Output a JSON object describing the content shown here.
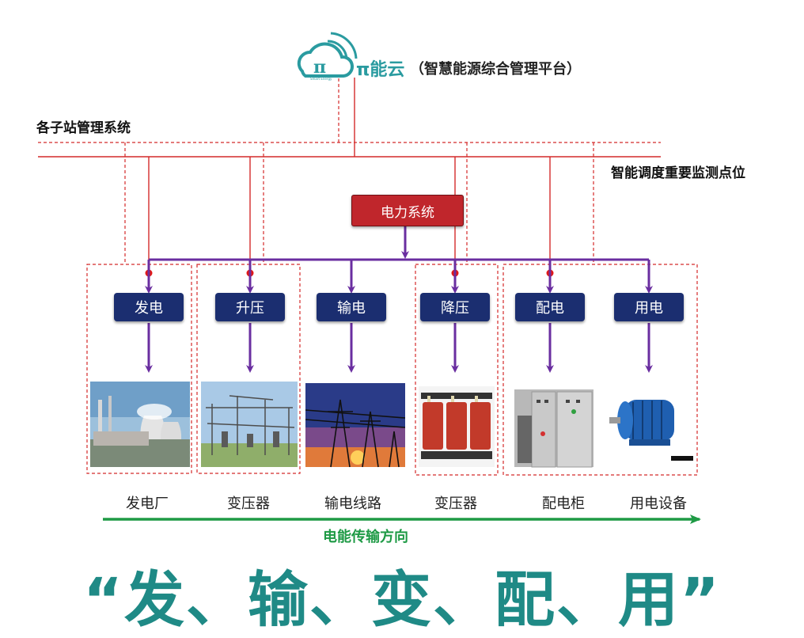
{
  "logo": {
    "brand": "π能云",
    "subtitle": "（智慧能源综合管理平台）",
    "icon_text": "π",
    "tagline": "Smart Energy"
  },
  "labels": {
    "substations": "各子站管理系统",
    "monitoring": "智能调度重要监测点位",
    "power_system": "电力系统",
    "direction": "电能传输方向"
  },
  "stages": [
    {
      "label": "发电",
      "image": "power-plant",
      "caption": "发电厂"
    },
    {
      "label": "升压",
      "image": "substation",
      "caption": "变压器"
    },
    {
      "label": "输电",
      "image": "transmission-tower",
      "caption": "输电线路"
    },
    {
      "label": "降压",
      "image": "transformer",
      "caption": "变压器"
    },
    {
      "label": "配电",
      "image": "switchgear-cabinet",
      "caption": "配电柜"
    },
    {
      "label": "用电",
      "image": "electric-motor",
      "caption": "用电设备"
    }
  ],
  "slogan": "“发、输、变、配、用”",
  "colors": {
    "red_line": "#d42a2a",
    "purple": "#6a2ea0",
    "stage_box": "#1b2e70",
    "power_box": "#c0262c",
    "green": "#1e9a45",
    "teal": "#1f8a86"
  }
}
